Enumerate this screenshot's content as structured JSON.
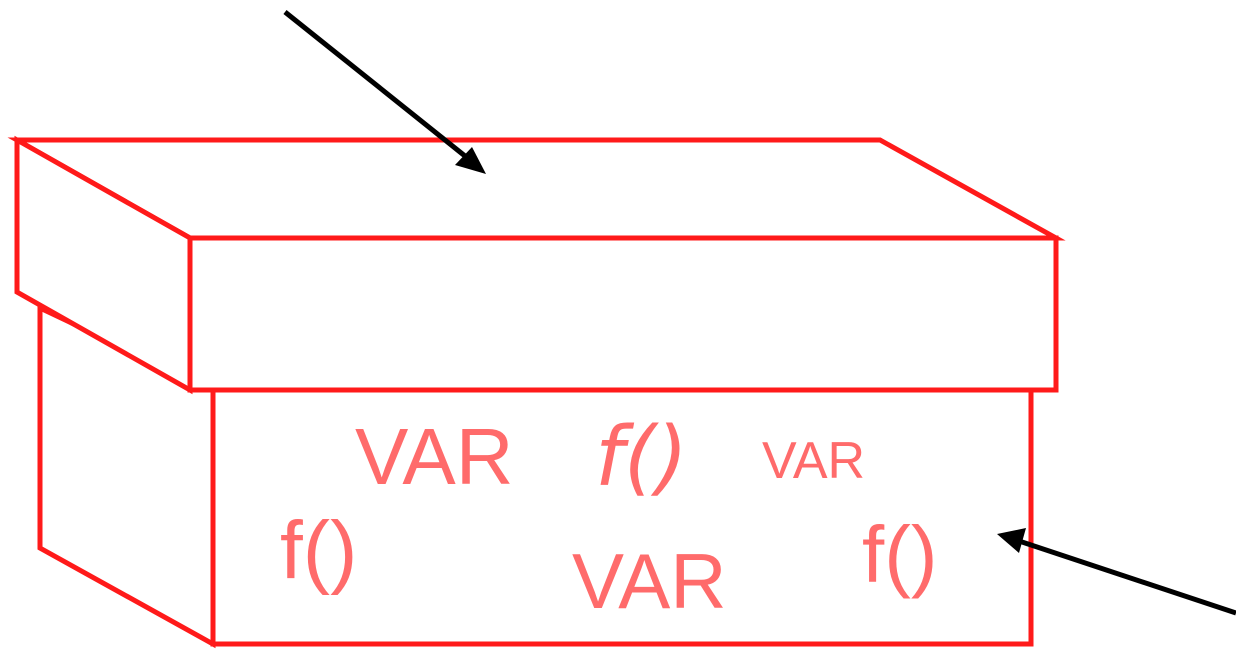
{
  "diagram": {
    "labels": [
      {
        "text": "VAR",
        "style": "regular"
      },
      {
        "text": "f()",
        "style": "italic"
      },
      {
        "text": "VAR",
        "style": "small"
      },
      {
        "text": "f()",
        "style": "regular"
      },
      {
        "text": "VAR",
        "style": "regular"
      },
      {
        "text": "f()",
        "style": "regular"
      }
    ],
    "colors": {
      "box_outline": "#ff1a1a",
      "label_text": "#ff6b6b",
      "arrow": "#000000"
    },
    "icons": {
      "top_arrow": "arrow-pointing-to-lid-icon",
      "side_arrow": "arrow-pointing-to-box-body-icon"
    }
  }
}
